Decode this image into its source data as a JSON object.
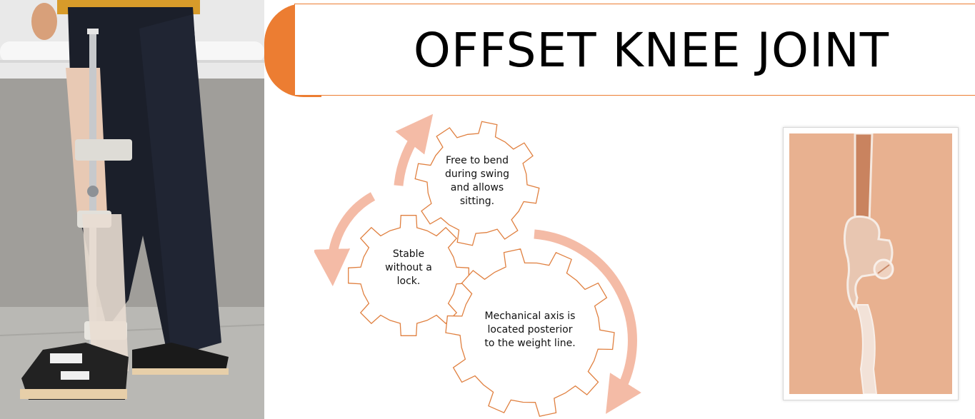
{
  "title": "OFFSET KNEE JOINT",
  "colors": {
    "accent": "#ec7d32",
    "arrow": "#f4bba6",
    "gear_stroke": "#e08040"
  },
  "diagram": {
    "gears": [
      {
        "id": "top",
        "label": "Free to bend\nduring swing\nand allows\nsitting."
      },
      {
        "id": "left",
        "label": "Stable\nwithout a\nlock."
      },
      {
        "id": "bottom",
        "label": "Mechanical axis is\nlocated posterior\nto the weight line."
      }
    ]
  }
}
